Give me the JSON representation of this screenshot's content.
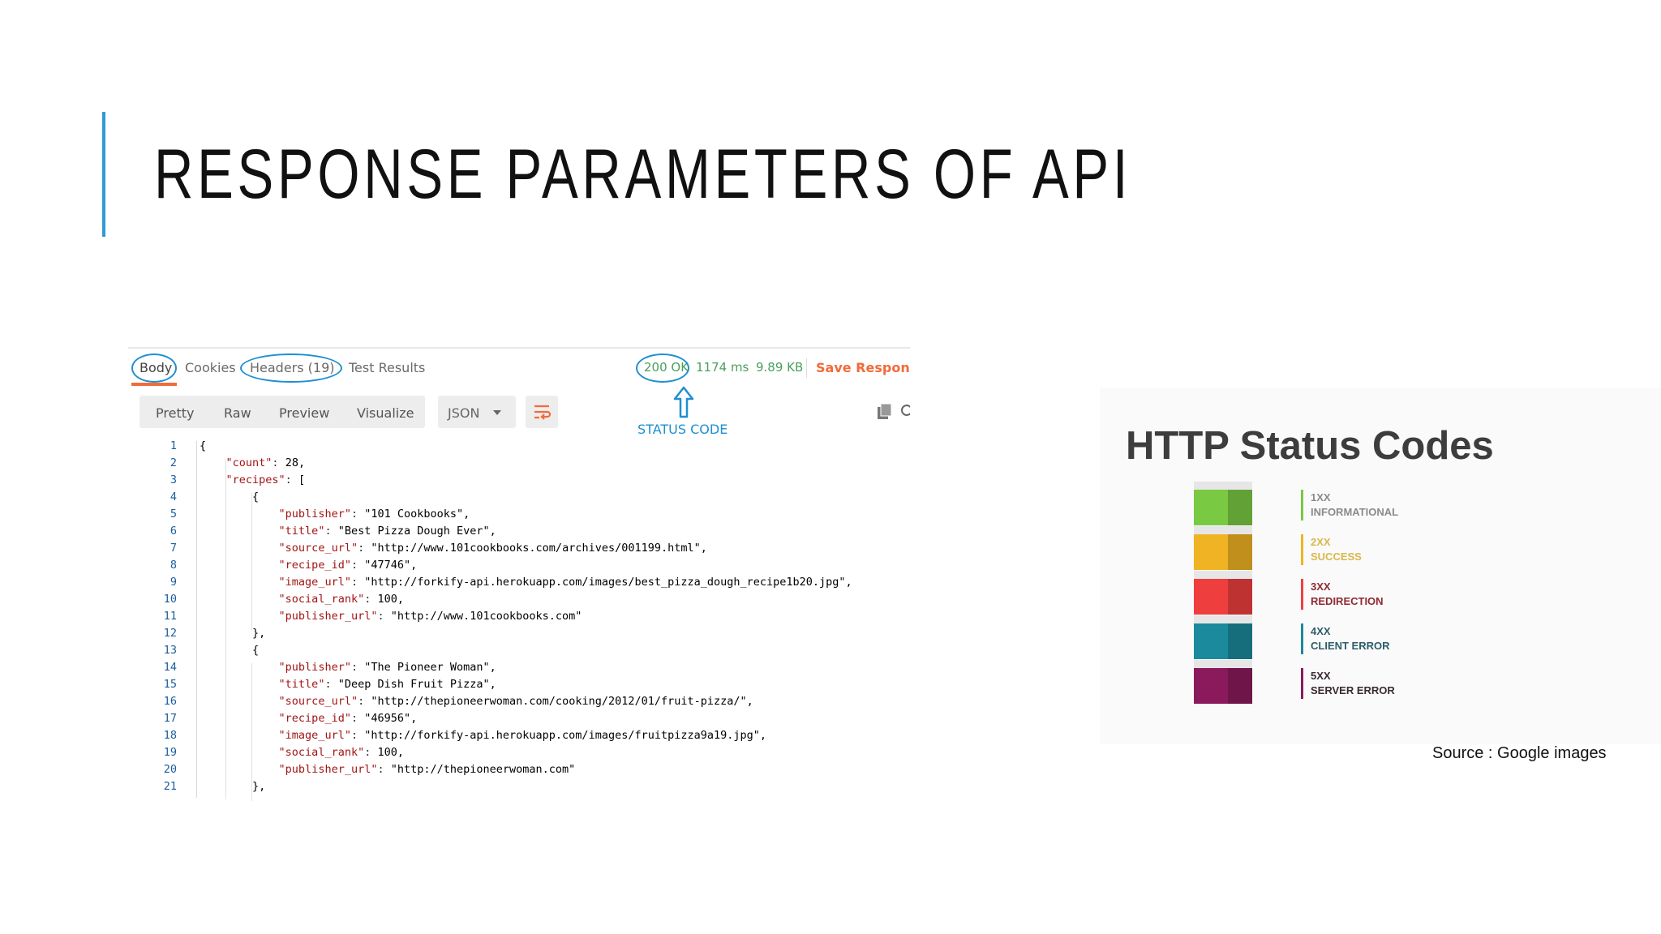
{
  "slide": {
    "title": "RESPONSE PARAMETERS OF API",
    "source_note": "Source : Google images",
    "accent_color": "#2e9bd3"
  },
  "postman": {
    "tabs": [
      "Body",
      "Cookies",
      "Headers (19)",
      "Test Results"
    ],
    "active_tab": "Body",
    "status": "200 OK",
    "time": "1174 ms",
    "size": "9.89 KB",
    "save_response": "Save Response",
    "view_modes": [
      "Pretty",
      "Raw",
      "Preview",
      "Visualize"
    ],
    "format": "JSON",
    "status_code_annotation": "STATUS CODE",
    "icons": {
      "wrap": "wrap-lines-icon",
      "copy": "copy-icon",
      "search": "search-icon",
      "arrow": "up-arrow-icon",
      "dropdown": "chevron-down-icon"
    },
    "colors": {
      "annotation": "#1f8fd1",
      "accent": "#f26b3a",
      "status": "#4a9f5d"
    },
    "code_lines": [
      "{",
      "    \"count\": 28,",
      "    \"recipes\": [",
      "        {",
      "            \"publisher\": \"101 Cookbooks\",",
      "            \"title\": \"Best Pizza Dough Ever\",",
      "            \"source_url\": \"http://www.101cookbooks.com/archives/001199.html\",",
      "            \"recipe_id\": \"47746\",",
      "            \"image_url\": \"http://forkify-api.herokuapp.com/images/best_pizza_dough_recipe1b20.jpg\",",
      "            \"social_rank\": 100,",
      "            \"publisher_url\": \"http://www.101cookbooks.com\"",
      "        },",
      "        {",
      "            \"publisher\": \"The Pioneer Woman\",",
      "            \"title\": \"Deep Dish Fruit Pizza\",",
      "            \"source_url\": \"http://thepioneerwoman.com/cooking/2012/01/fruit-pizza/\",",
      "            \"recipe_id\": \"46956\",",
      "            \"image_url\": \"http://forkify-api.herokuapp.com/images/fruitpizza9a19.jpg\",",
      "            \"social_rank\": 100,",
      "            \"publisher_url\": \"http://thepioneerwoman.com\"",
      "        },"
    ],
    "line_numbers": [
      "1",
      "2",
      "3",
      "4",
      "5",
      "6",
      "7",
      "8",
      "9",
      "10",
      "11",
      "12",
      "13",
      "14",
      "15",
      "16",
      "17",
      "18",
      "19",
      "20",
      "21"
    ]
  },
  "http_status": {
    "title": "HTTP Status Codes",
    "items": [
      {
        "code": "1XX",
        "desc": "INFORMATIONAL",
        "color": "#7ac943",
        "text_color": "#8a8a8a"
      },
      {
        "code": "2XX",
        "desc": "SUCCESS",
        "color": "#f0b323",
        "text_color": "#d9b84a"
      },
      {
        "code": "3XX",
        "desc": "REDIRECTION",
        "color": "#ef3e3e",
        "text_color": "#8f2a35"
      },
      {
        "code": "4XX",
        "desc": "CLIENT ERROR",
        "color": "#1b8a9c",
        "text_color": "#2c5e6a"
      },
      {
        "code": "5XX",
        "desc": "SERVER ERROR",
        "color": "#8b1a5c",
        "text_color": "#3a2a33"
      }
    ]
  }
}
